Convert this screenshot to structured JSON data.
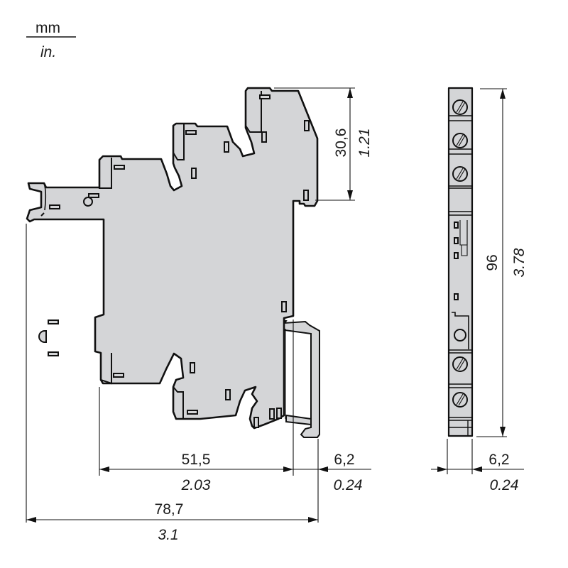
{
  "units_legend": {
    "primary": "mm",
    "secondary": "in."
  },
  "views": {
    "front": {
      "dimensions": {
        "top_height": {
          "mm": "30,6",
          "in": "1.21"
        },
        "body_depth": {
          "mm": "51,5",
          "in": "2.03"
        },
        "rail_offset": {
          "mm": "6,2",
          "in": "0.24"
        },
        "overall_depth": {
          "mm": "78,7",
          "in": "3.1"
        }
      }
    },
    "side": {
      "dimensions": {
        "height": {
          "mm": "96",
          "in": "3.78"
        },
        "width": {
          "mm": "6,2",
          "in": "0.24"
        }
      },
      "screw_terminals_top": 3,
      "screw_terminals_bottom": 2
    }
  },
  "colors": {
    "body_fill": "#d4d5d7",
    "outline": "#111111",
    "background": "#ffffff"
  }
}
